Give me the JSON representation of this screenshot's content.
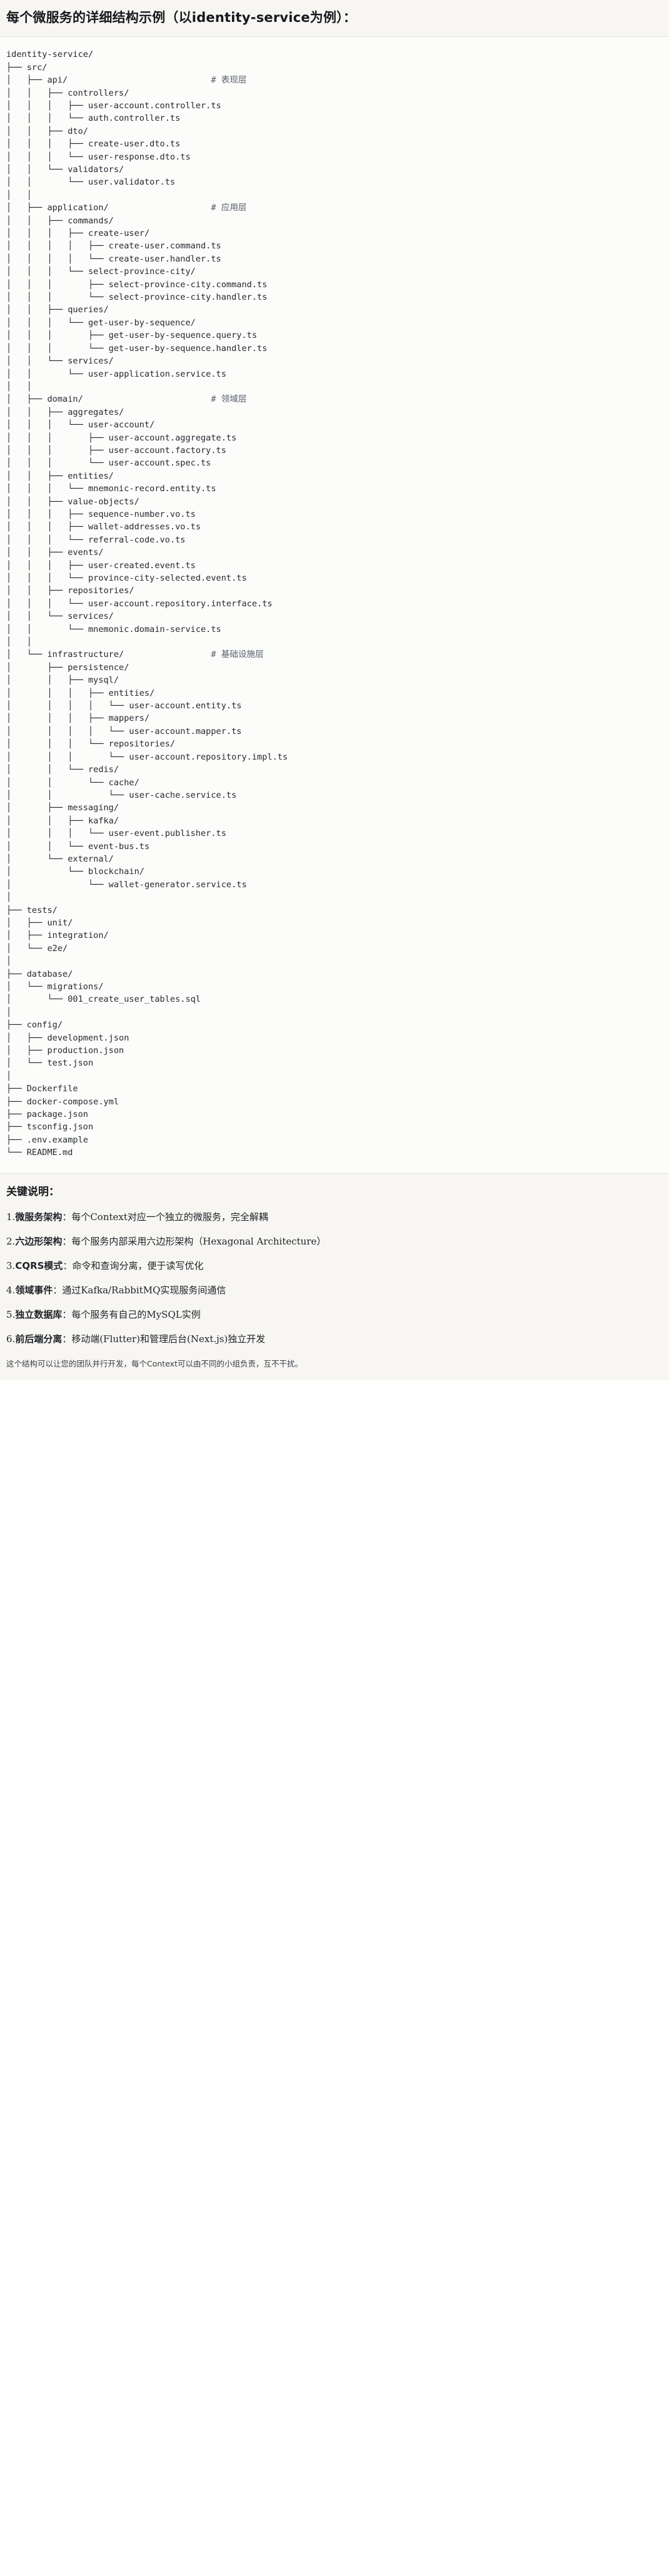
{
  "heading": {
    "title": "每个微服务的详细结构示例（以identity-service为例）："
  },
  "tree": {
    "lines": [
      {
        "text": "identity-service/",
        "comment": ""
      },
      {
        "text": "├── src/",
        "comment": ""
      },
      {
        "text": "│   ├── api/",
        "comment": "# 表现层"
      },
      {
        "text": "│   │   ├── controllers/",
        "comment": ""
      },
      {
        "text": "│   │   │   ├── user-account.controller.ts",
        "comment": ""
      },
      {
        "text": "│   │   │   └── auth.controller.ts",
        "comment": ""
      },
      {
        "text": "│   │   ├── dto/",
        "comment": ""
      },
      {
        "text": "│   │   │   ├── create-user.dto.ts",
        "comment": ""
      },
      {
        "text": "│   │   │   └── user-response.dto.ts",
        "comment": ""
      },
      {
        "text": "│   │   └── validators/",
        "comment": ""
      },
      {
        "text": "│   │       └── user.validator.ts",
        "comment": ""
      },
      {
        "text": "│   │",
        "comment": ""
      },
      {
        "text": "│   ├── application/",
        "comment": "# 应用层"
      },
      {
        "text": "│   │   ├── commands/",
        "comment": ""
      },
      {
        "text": "│   │   │   ├── create-user/",
        "comment": ""
      },
      {
        "text": "│   │   │   │   ├── create-user.command.ts",
        "comment": ""
      },
      {
        "text": "│   │   │   │   └── create-user.handler.ts",
        "comment": ""
      },
      {
        "text": "│   │   │   └── select-province-city/",
        "comment": ""
      },
      {
        "text": "│   │   │       ├── select-province-city.command.ts",
        "comment": ""
      },
      {
        "text": "│   │   │       └── select-province-city.handler.ts",
        "comment": ""
      },
      {
        "text": "│   │   ├── queries/",
        "comment": ""
      },
      {
        "text": "│   │   │   └── get-user-by-sequence/",
        "comment": ""
      },
      {
        "text": "│   │   │       ├── get-user-by-sequence.query.ts",
        "comment": ""
      },
      {
        "text": "│   │   │       └── get-user-by-sequence.handler.ts",
        "comment": ""
      },
      {
        "text": "│   │   └── services/",
        "comment": ""
      },
      {
        "text": "│   │       └── user-application.service.ts",
        "comment": ""
      },
      {
        "text": "│   │",
        "comment": ""
      },
      {
        "text": "│   ├── domain/",
        "comment": "# 领域层"
      },
      {
        "text": "│   │   ├── aggregates/",
        "comment": ""
      },
      {
        "text": "│   │   │   └── user-account/",
        "comment": ""
      },
      {
        "text": "│   │   │       ├── user-account.aggregate.ts",
        "comment": ""
      },
      {
        "text": "│   │   │       ├── user-account.factory.ts",
        "comment": ""
      },
      {
        "text": "│   │   │       └── user-account.spec.ts",
        "comment": ""
      },
      {
        "text": "│   │   ├── entities/",
        "comment": ""
      },
      {
        "text": "│   │   │   └── mnemonic-record.entity.ts",
        "comment": ""
      },
      {
        "text": "│   │   ├── value-objects/",
        "comment": ""
      },
      {
        "text": "│   │   │   ├── sequence-number.vo.ts",
        "comment": ""
      },
      {
        "text": "│   │   │   ├── wallet-addresses.vo.ts",
        "comment": ""
      },
      {
        "text": "│   │   │   └── referral-code.vo.ts",
        "comment": ""
      },
      {
        "text": "│   │   ├── events/",
        "comment": ""
      },
      {
        "text": "│   │   │   ├── user-created.event.ts",
        "comment": ""
      },
      {
        "text": "│   │   │   └── province-city-selected.event.ts",
        "comment": ""
      },
      {
        "text": "│   │   ├── repositories/",
        "comment": ""
      },
      {
        "text": "│   │   │   └── user-account.repository.interface.ts",
        "comment": ""
      },
      {
        "text": "│   │   └── services/",
        "comment": ""
      },
      {
        "text": "│   │       └── mnemonic.domain-service.ts",
        "comment": ""
      },
      {
        "text": "│   │",
        "comment": ""
      },
      {
        "text": "│   └── infrastructure/",
        "comment": "# 基础设施层"
      },
      {
        "text": "│       ├── persistence/",
        "comment": ""
      },
      {
        "text": "│       │   ├── mysql/",
        "comment": ""
      },
      {
        "text": "│       │   │   ├── entities/",
        "comment": ""
      },
      {
        "text": "│       │   │   │   └── user-account.entity.ts",
        "comment": ""
      },
      {
        "text": "│       │   │   ├── mappers/",
        "comment": ""
      },
      {
        "text": "│       │   │   │   └── user-account.mapper.ts",
        "comment": ""
      },
      {
        "text": "│       │   │   └── repositories/",
        "comment": ""
      },
      {
        "text": "│       │   │       └── user-account.repository.impl.ts",
        "comment": ""
      },
      {
        "text": "│       │   └── redis/",
        "comment": ""
      },
      {
        "text": "│       │       └── cache/",
        "comment": ""
      },
      {
        "text": "│       │           └── user-cache.service.ts",
        "comment": ""
      },
      {
        "text": "│       ├── messaging/",
        "comment": ""
      },
      {
        "text": "│       │   ├── kafka/",
        "comment": ""
      },
      {
        "text": "│       │   │   └── user-event.publisher.ts",
        "comment": ""
      },
      {
        "text": "│       │   └── event-bus.ts",
        "comment": ""
      },
      {
        "text": "│       └── external/",
        "comment": ""
      },
      {
        "text": "│           └── blockchain/",
        "comment": ""
      },
      {
        "text": "│               └── wallet-generator.service.ts",
        "comment": ""
      },
      {
        "text": "│",
        "comment": ""
      },
      {
        "text": "├── tests/",
        "comment": ""
      },
      {
        "text": "│   ├── unit/",
        "comment": ""
      },
      {
        "text": "│   ├── integration/",
        "comment": ""
      },
      {
        "text": "│   └── e2e/",
        "comment": ""
      },
      {
        "text": "│",
        "comment": ""
      },
      {
        "text": "├── database/",
        "comment": ""
      },
      {
        "text": "│   └── migrations/",
        "comment": ""
      },
      {
        "text": "│       └── 001_create_user_tables.sql",
        "comment": ""
      },
      {
        "text": "│",
        "comment": ""
      },
      {
        "text": "├── config/",
        "comment": ""
      },
      {
        "text": "│   ├── development.json",
        "comment": ""
      },
      {
        "text": "│   ├── production.json",
        "comment": ""
      },
      {
        "text": "│   └── test.json",
        "comment": ""
      },
      {
        "text": "│",
        "comment": ""
      },
      {
        "text": "├── Dockerfile",
        "comment": ""
      },
      {
        "text": "├── docker-compose.yml",
        "comment": ""
      },
      {
        "text": "├── package.json",
        "comment": ""
      },
      {
        "text": "├── tsconfig.json",
        "comment": ""
      },
      {
        "text": "├── .env.example",
        "comment": ""
      },
      {
        "text": "└── README.md",
        "comment": ""
      }
    ]
  },
  "notes": {
    "title": "关键说明：",
    "items": [
      {
        "num": "1.",
        "term": "微服务架构",
        "body": "：每个Context对应一个独立的微服务，完全解耦"
      },
      {
        "num": "2.",
        "term": "六边形架构",
        "body": "：每个服务内部采用六边形架构（Hexagonal Architecture）"
      },
      {
        "num": "3.",
        "term": "CQRS模式",
        "body": "：命令和查询分离，便于读写优化"
      },
      {
        "num": "4.",
        "term": "领域事件",
        "body": "：通过Kafka/RabbitMQ实现服务间通信"
      },
      {
        "num": "5.",
        "term": "独立数据库",
        "body": "：每个服务有自己的MySQL实例"
      },
      {
        "num": "6.",
        "term": "前后端分离",
        "body": "：移动端(Flutter)和管理后台(Next.js)独立开发"
      }
    ],
    "footer": "这个结构可以让您的团队并行开发，每个Context可以由不同的小组负责，互不干扰。"
  }
}
